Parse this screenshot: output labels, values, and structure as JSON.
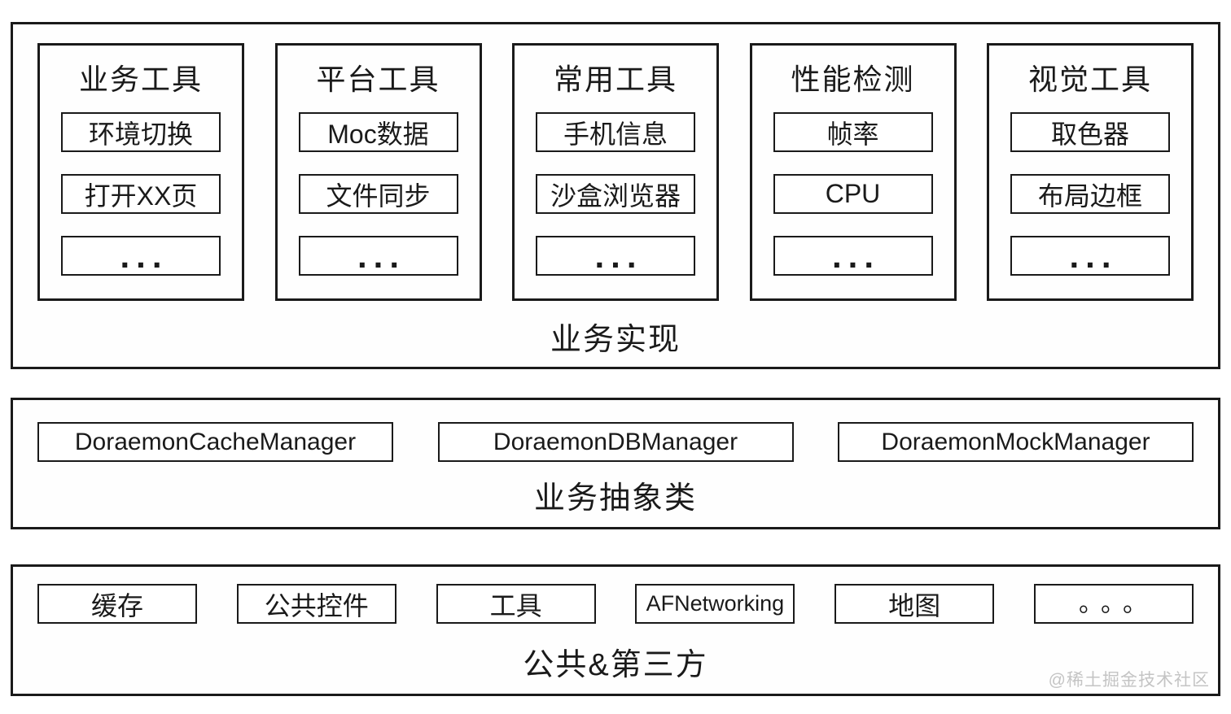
{
  "tiers": {
    "implementation": {
      "label": "业务实现",
      "columns": [
        {
          "title": "业务工具",
          "items": [
            "环境切换",
            "打开XX页",
            "..."
          ]
        },
        {
          "title": "平台工具",
          "items": [
            "Moc数据",
            "文件同步",
            "..."
          ]
        },
        {
          "title": "常用工具",
          "items": [
            "手机信息",
            "沙盒浏览器",
            "..."
          ]
        },
        {
          "title": "性能检测",
          "items": [
            "帧率",
            "CPU",
            "..."
          ]
        },
        {
          "title": "视觉工具",
          "items": [
            "取色器",
            "布局边框",
            "..."
          ]
        }
      ]
    },
    "abstraction": {
      "label": "业务抽象类",
      "managers": [
        "DoraemonCacheManager",
        "DoraemonDBManager",
        "DoraemonMockManager"
      ]
    },
    "common": {
      "label": "公共&第三方",
      "items": [
        "缓存",
        "公共控件",
        "工具",
        "AFNetworking",
        "地图",
        "。。。"
      ]
    }
  },
  "watermark": "@稀土掘金技术社区",
  "colors": {
    "border": "#1a1a1a",
    "text": "#1a1a1a",
    "background": "#ffffff",
    "watermark": "#c4c4c4"
  }
}
